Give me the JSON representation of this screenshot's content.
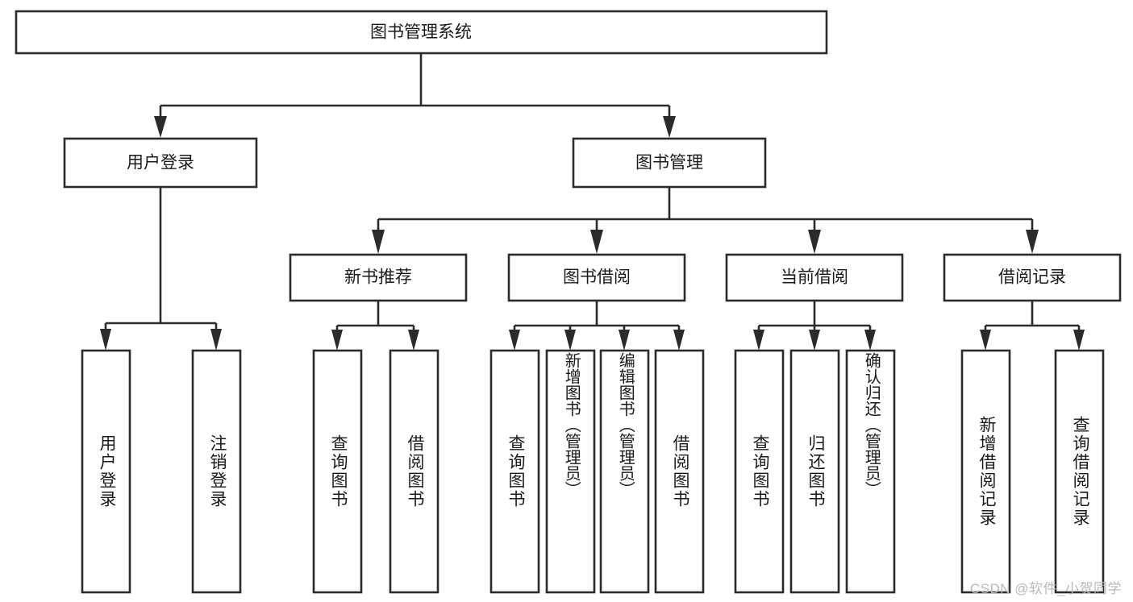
{
  "diagram": {
    "type": "tree",
    "title_node": "图书管理系统",
    "watermark": "CSDN @软件_小贺同学",
    "colors": {
      "box_stroke": "#2b2b2b",
      "box_fill": "#ffffff",
      "connector": "#2b2b2b",
      "text": "#1a1a1a",
      "background": "#ffffff",
      "watermark": "#b9b9b9"
    },
    "levels": {
      "level1": [
        {
          "id": "root",
          "label": "图书管理系统"
        }
      ],
      "level2": [
        {
          "id": "user-login",
          "label": "用户登录"
        },
        {
          "id": "book-manage",
          "label": "图书管理"
        }
      ],
      "level3": [
        {
          "id": "new-book-rec",
          "label": "新书推荐",
          "parent": "book-manage"
        },
        {
          "id": "book-borrow",
          "label": "图书借阅",
          "parent": "book-manage"
        },
        {
          "id": "current-borrow",
          "label": "当前借阅",
          "parent": "book-manage"
        },
        {
          "id": "borrow-record",
          "label": "借阅记录",
          "parent": "book-manage"
        }
      ],
      "leaves": [
        {
          "id": "leaf-user-login",
          "label": "用户登录",
          "parent": "user-login"
        },
        {
          "id": "leaf-user-logout",
          "label": "注销登录",
          "parent": "user-login"
        },
        {
          "id": "leaf-query-book-1",
          "label": "查询图书",
          "parent": "new-book-rec"
        },
        {
          "id": "leaf-borrow-book-1",
          "label": "借阅图书",
          "parent": "new-book-rec"
        },
        {
          "id": "leaf-query-book-2",
          "label": "查询图书",
          "parent": "book-borrow"
        },
        {
          "id": "leaf-add-book",
          "label": "新增图书（管理员）",
          "parent": "book-borrow"
        },
        {
          "id": "leaf-edit-book",
          "label": "编辑图书（管理员）",
          "parent": "book-borrow"
        },
        {
          "id": "leaf-borrow-book-2",
          "label": "借阅图书",
          "parent": "book-borrow"
        },
        {
          "id": "leaf-query-book-3",
          "label": "查询图书",
          "parent": "current-borrow"
        },
        {
          "id": "leaf-return-book",
          "label": "归还图书",
          "parent": "current-borrow"
        },
        {
          "id": "leaf-confirm-return",
          "label": "确认归还（管理员）",
          "parent": "current-borrow"
        },
        {
          "id": "leaf-add-record",
          "label": "新增借阅记录",
          "parent": "borrow-record"
        },
        {
          "id": "leaf-query-record",
          "label": "查询借阅记录",
          "parent": "borrow-record"
        }
      ]
    }
  }
}
